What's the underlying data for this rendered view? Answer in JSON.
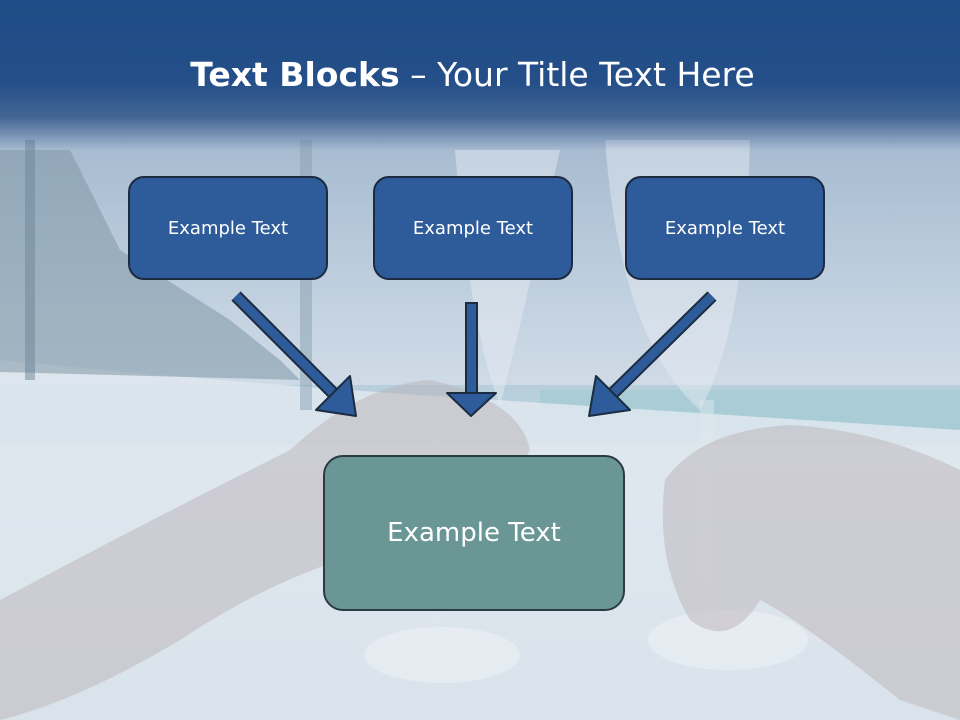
{
  "slide": {
    "title_bold": "Text Blocks",
    "title_dash": " – ",
    "title_rest": "Your Title Text Here",
    "top_boxes": [
      "Example Text",
      "Example Text",
      "Example Text"
    ],
    "bottom_box": "Example Text"
  },
  "colors": {
    "header": "#1f4b86",
    "top_box_fill": "#2e5b99",
    "bottom_box_fill": "#6a9696",
    "arrow_fill": "#2e5b99",
    "outline": "#1d2b40"
  }
}
